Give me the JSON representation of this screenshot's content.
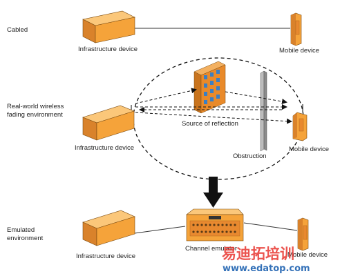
{
  "colors": {
    "device_orange": "#F5A33A",
    "device_orange_dark": "#D9822B",
    "device_orange_light": "#FBC77A",
    "building_orange": "#E98A2A",
    "building_window": "#3A7FC4",
    "arrow_black": "#111111",
    "obstruction_gray": "#9E9E9E",
    "watermark_red": "#E8352F",
    "watermark_blue": "#1E62B0"
  },
  "sections": {
    "cabled": {
      "title_line1": "Cabled",
      "infra_label": "Infrastructure device",
      "mobile_label": "Mobile device"
    },
    "real_world": {
      "title_line1": "Real-world wireless",
      "title_line2": "fading environment",
      "infra_label": "Infrastructure device",
      "reflection_label": "Source of reflection",
      "obstruction_label": "Obstruction",
      "mobile_label": "Mobile device"
    },
    "emulated": {
      "title_line1": "Emulated",
      "title_line2": "environment",
      "infra_label": "Infrastructure device",
      "emulator_label": "Channel emulator",
      "mobile_label": "Mobile device"
    }
  },
  "watermark": {
    "chinese_text": "易迪拓培训",
    "url_text": "www.edatop.com"
  }
}
